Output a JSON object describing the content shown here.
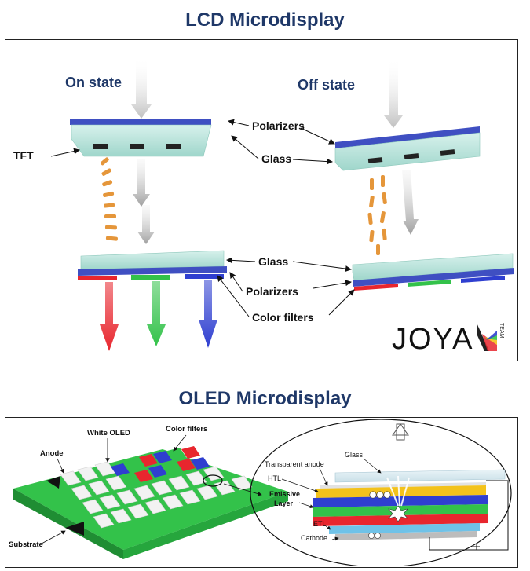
{
  "lcd": {
    "title": "LCD Microdisplay",
    "on_state": "On state",
    "off_state": "Off state",
    "labels": {
      "polarizers_top": "Polarizers",
      "glass_top": "Glass",
      "tft": "TFT",
      "glass_bottom": "Glass",
      "polarizers_bottom": "Polarizers",
      "color_filters": "Color filters"
    },
    "logo": {
      "text": "JOYA",
      "sub": "TEAM"
    }
  },
  "oled": {
    "title": "OLED Microdisplay",
    "labels": {
      "white_oled": "White OLED",
      "color_filters": "Color filters",
      "anode": "Anode",
      "substrate": "Substrate",
      "glass": "Glass",
      "transparent_anode": "Transparent  anode",
      "htl": "HTL",
      "emissive_layer_1": "Emissive",
      "emissive_layer_2": "Layer",
      "etl": "ETL",
      "cathode": "Cathode"
    }
  },
  "colors": {
    "title_blue": "#1f3868",
    "polarizer_blue": "#3f4fc2",
    "glass_cyan": "#bfe6df",
    "liquid_crystal_orange": "#e5963a",
    "red": "#e8262e",
    "green": "#33c24a",
    "blue": "#2f3fd0"
  }
}
